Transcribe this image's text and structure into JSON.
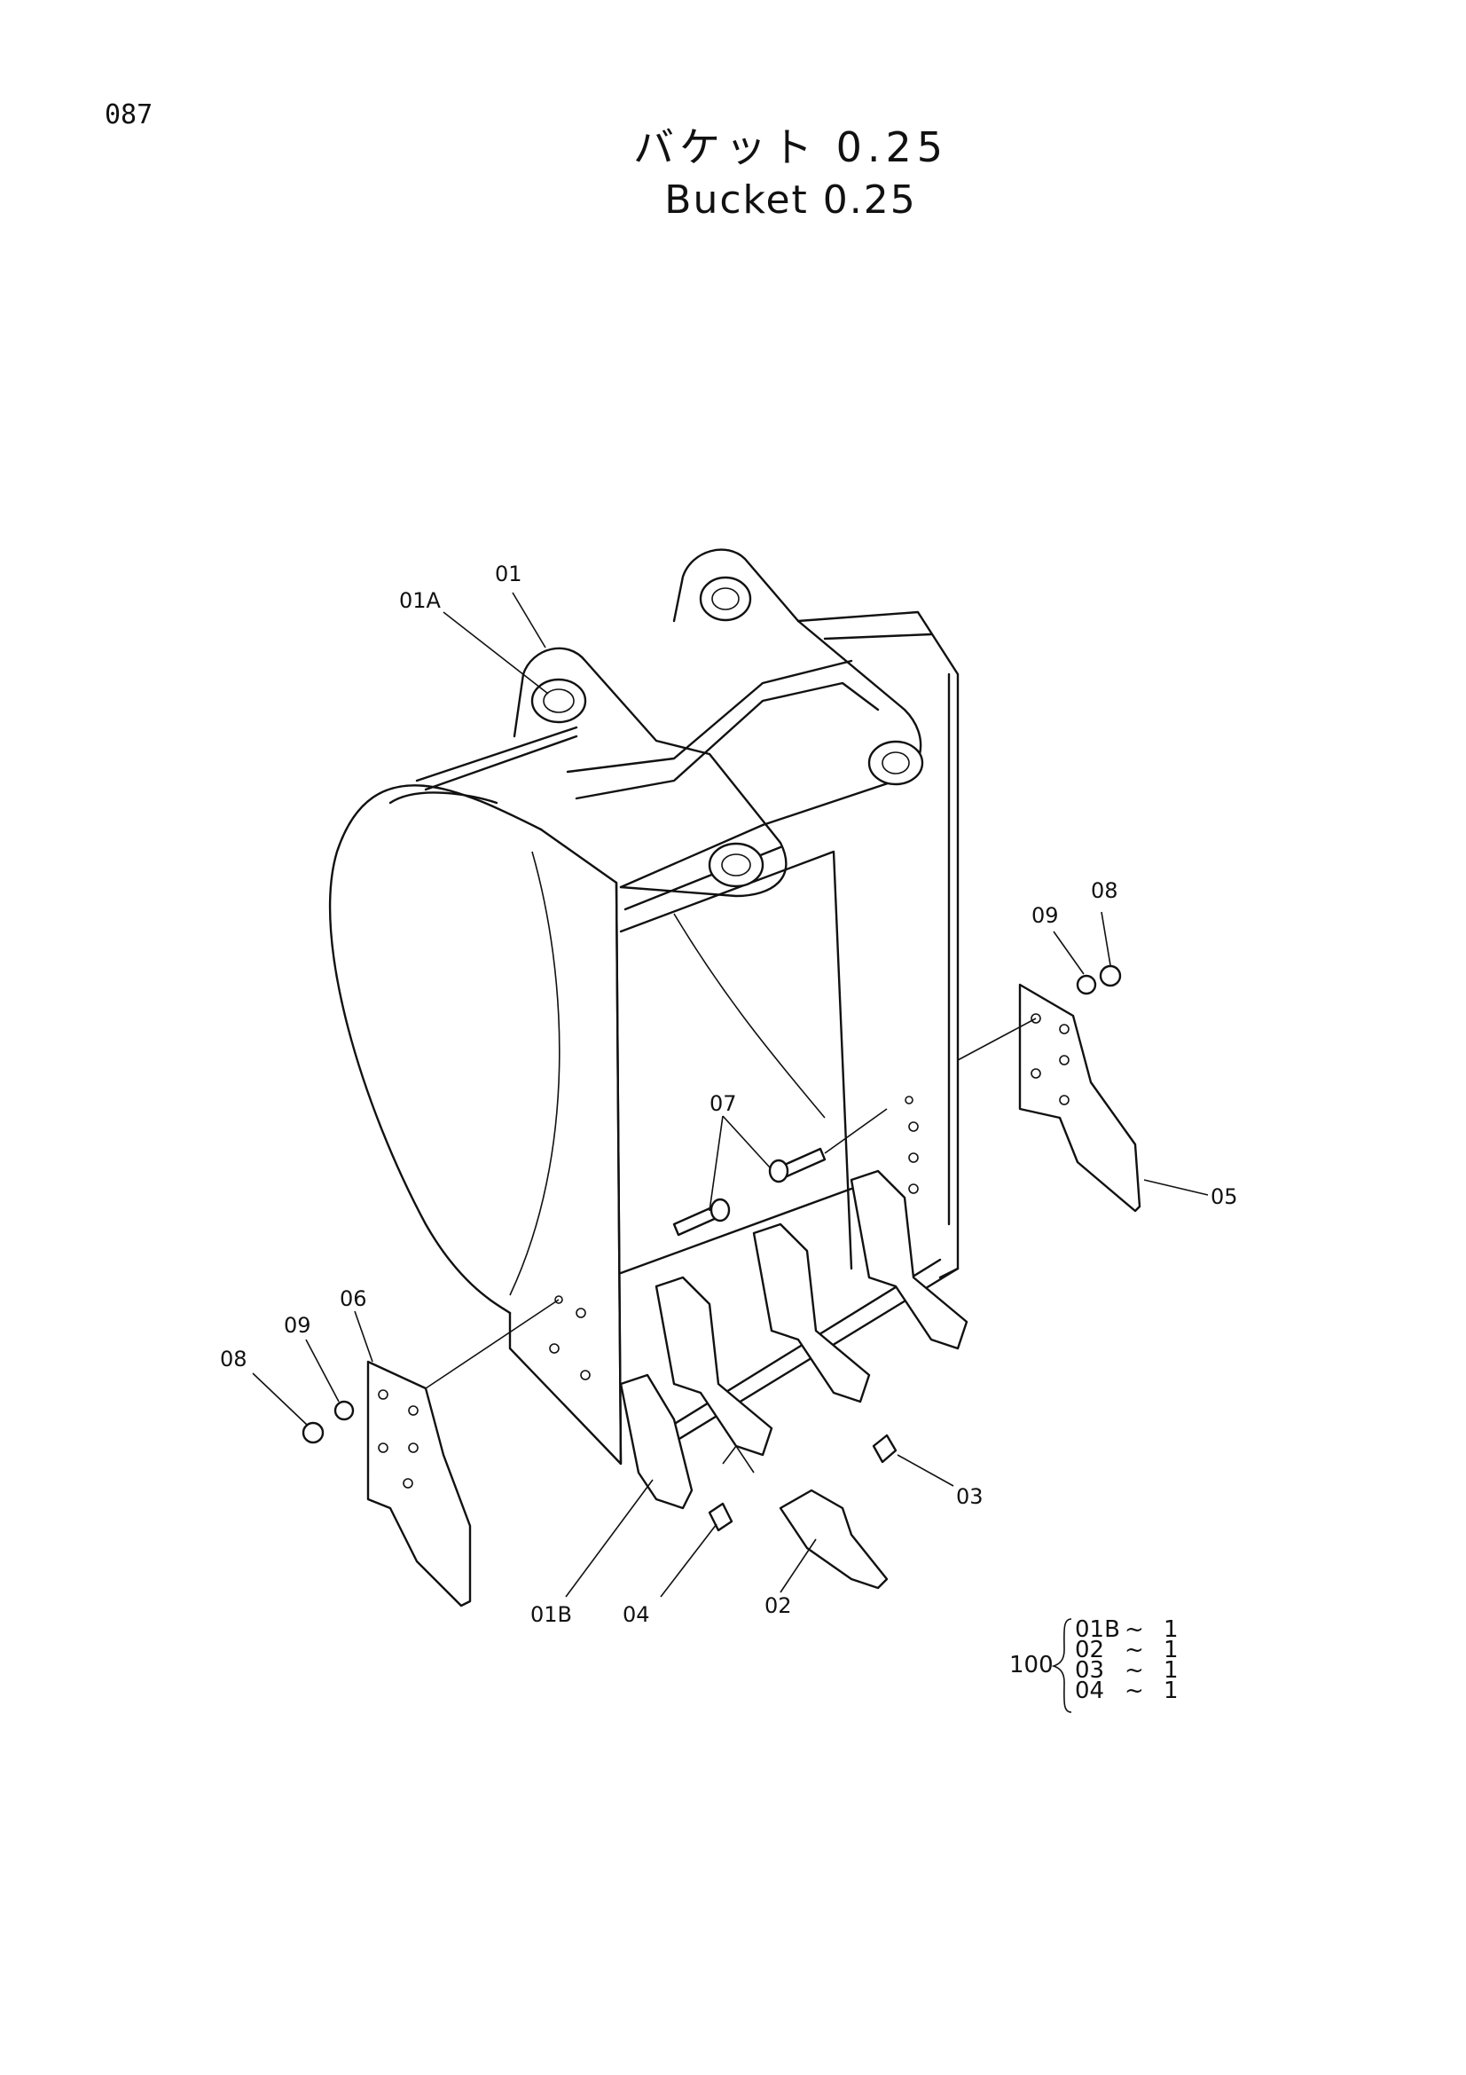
{
  "page_number": "087",
  "title_jp": "バケット 0.25",
  "title_en": "Bucket 0.25",
  "callouts": {
    "c01A": "01A",
    "c01": "01",
    "c08_right": "08",
    "c09_right": "09",
    "c07": "07",
    "c05": "05",
    "c06": "06",
    "c09_left": "09",
    "c08_left": "08",
    "c03": "03",
    "c01B": "01B",
    "c04": "04",
    "c02": "02"
  },
  "kit": {
    "number": "100",
    "items": [
      {
        "part": "01B",
        "qty": "1"
      },
      {
        "part": "02",
        "qty": "1"
      },
      {
        "part": "03",
        "qty": "1"
      },
      {
        "part": "04",
        "qty": "1"
      }
    ],
    "range_symbol": "~"
  }
}
